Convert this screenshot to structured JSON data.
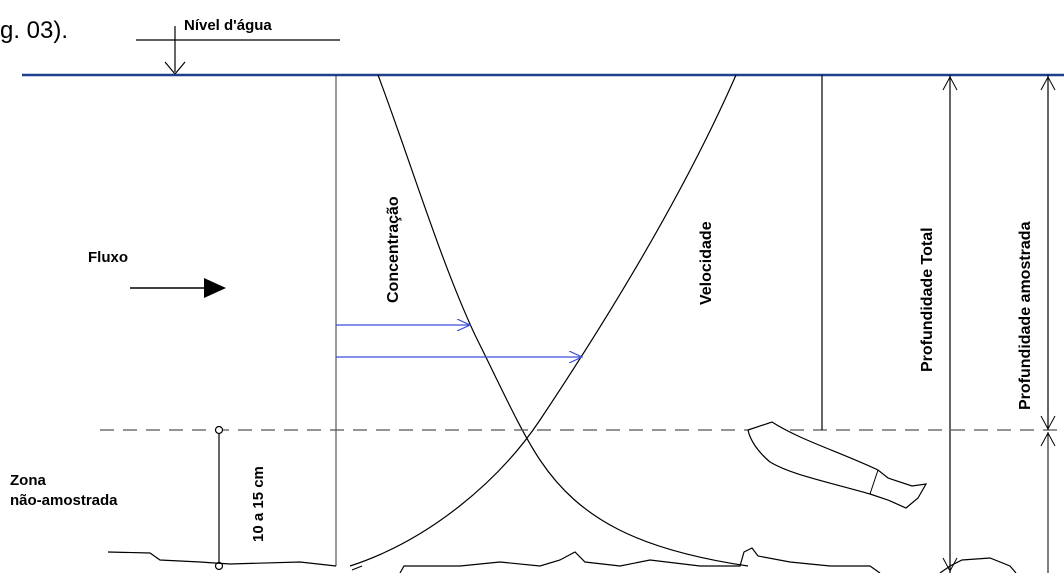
{
  "caption_fragment": "g. 03).",
  "labels": {
    "water_level": "Nível d'água",
    "flow": "Fluxo",
    "concentration": "Concentração",
    "velocity": "Velocidade",
    "total_depth": "Profundidade Total",
    "sampled_depth": "Profundidade amostrada",
    "unsampled_zone_line1": "Zona",
    "unsampled_zone_line2": "não-amostrada",
    "unsampled_height": "10 a 15 cm"
  },
  "colors": {
    "water_surface": "#1f3f8f",
    "arrows": "#3b4fd8",
    "lines": "#000000",
    "dashed": "#555555"
  }
}
